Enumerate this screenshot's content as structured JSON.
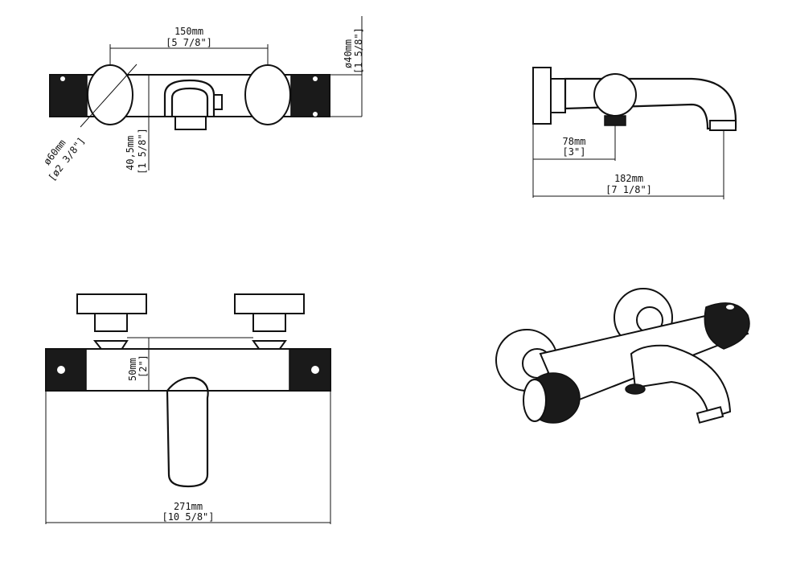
{
  "dimensions": {
    "top_width_mm": "150mm",
    "top_width_in": "[5 7/8\"]",
    "top_dia_mm": "ø40mm",
    "top_dia_in": "[1 5/8\"]",
    "handle_dia_mm": "ø60mm",
    "handle_dia_in": "[ø2 3/8\"]",
    "height_mm": "40,5mm",
    "height_in": "[1 5/8\"]",
    "side_offset_mm": "78mm",
    "side_offset_in": "[3\"]",
    "side_length_mm": "182mm",
    "side_length_in": "[7 1/8\"]",
    "front_height_mm": "50mm",
    "front_height_in": "[2\"]",
    "front_width_mm": "271mm",
    "front_width_in": "[10 5/8\"]"
  }
}
